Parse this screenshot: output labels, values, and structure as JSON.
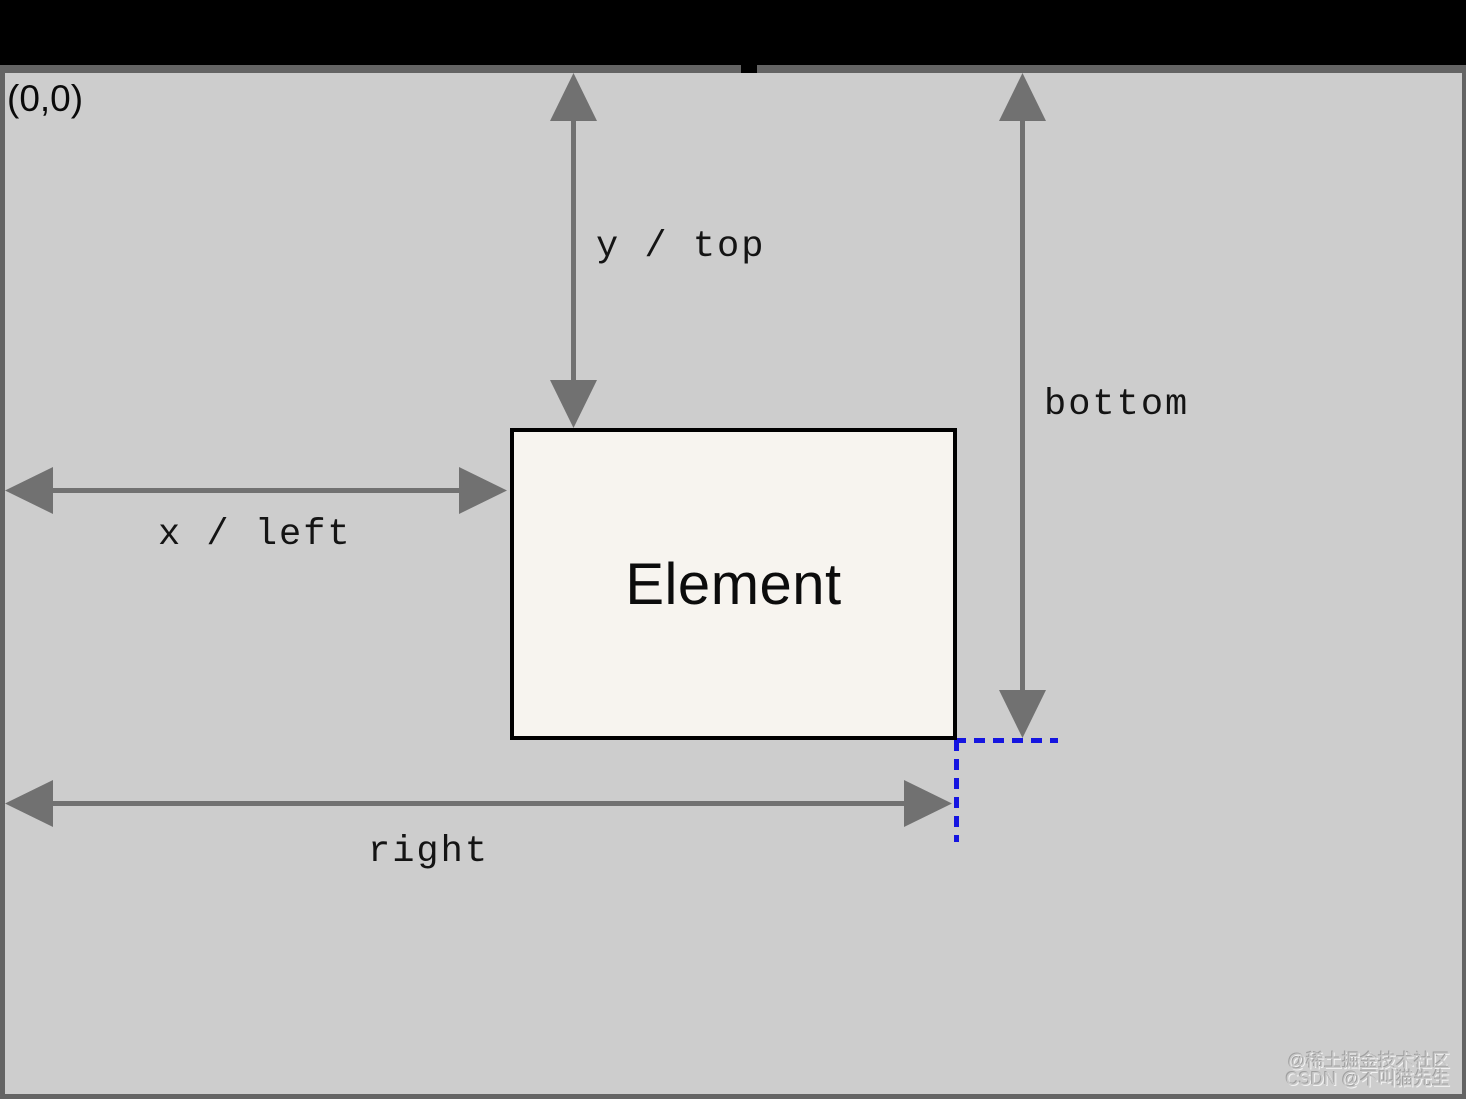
{
  "diagram": {
    "origin_label": "(0,0)",
    "element_label": "Element",
    "labels": {
      "y_top": "y / top",
      "x_left": "x / left",
      "bottom": "bottom",
      "right": "right"
    },
    "colors": {
      "top_bar": "#000000",
      "frame": "#646464",
      "canvas_bg": "#cdcdcd",
      "arrow": "#717171",
      "element_fill": "#f7f4ef",
      "element_border": "#000000",
      "dashed_guide": "#1515e0",
      "watermark_text": "#c9c9c9"
    }
  },
  "watermark": {
    "line1": "@稀土掘金技术社区",
    "line2": "CSDN @不叫猫先生"
  }
}
